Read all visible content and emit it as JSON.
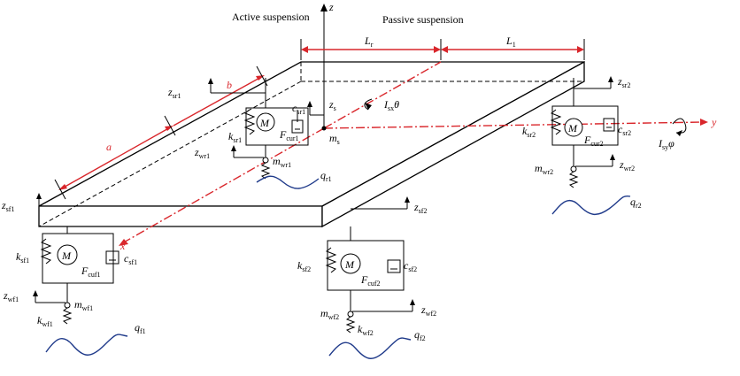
{
  "headings": {
    "active": "Active suspension",
    "passive": "Passive suspension"
  },
  "axes": {
    "z": "z",
    "x": "x",
    "y": "y"
  },
  "dims": {
    "a": "a",
    "b": "b",
    "Lr": "L",
    "Lr_sub": "r",
    "L1": "L",
    "L1_sub": "1"
  },
  "body": {
    "mass_main": "m",
    "mass_sub": "s",
    "zs_main": "z",
    "zs_sub": "s",
    "pitch_main": "I",
    "pitch_sub": "sx",
    "pitch_sym": "θ",
    "roll_main": "I",
    "roll_sub": "sy",
    "roll_sym": "φ"
  },
  "corners": {
    "rear_left": {
      "zs": [
        "z",
        "sr1"
      ],
      "k": [
        "k",
        "sr1"
      ],
      "c": [
        "c",
        "sr1"
      ],
      "F": [
        "F",
        "cur1"
      ],
      "zw": [
        "z",
        "wr1"
      ],
      "mw": [
        "m",
        "wr1"
      ],
      "q": [
        "q",
        "r1"
      ],
      "M": "M"
    },
    "rear_right": {
      "zs": [
        "z",
        "sr2"
      ],
      "k": [
        "k",
        "sr2"
      ],
      "c": [
        "c",
        "sr2"
      ],
      "F": [
        "F",
        "cur2"
      ],
      "zw": [
        "z",
        "wr2"
      ],
      "mw": [
        "m",
        "wr2"
      ],
      "q": [
        "q",
        "r2"
      ],
      "M": "M"
    },
    "front_left": {
      "zs": [
        "z",
        "sf1"
      ],
      "k": [
        "k",
        "sf1"
      ],
      "c": [
        "c",
        "sf1"
      ],
      "F": [
        "F",
        "cuf1"
      ],
      "zw": [
        "z",
        "wf1"
      ],
      "mw": [
        "m",
        "wf1"
      ],
      "kw": [
        "k",
        "wf1"
      ],
      "q": [
        "q",
        "f1"
      ],
      "M": "M"
    },
    "front_right": {
      "zs": [
        "z",
        "sf2"
      ],
      "k": [
        "k",
        "sf2"
      ],
      "c": [
        "c",
        "sf2"
      ],
      "F": [
        "F",
        "cuf2"
      ],
      "zw": [
        "z",
        "wf2"
      ],
      "mw": [
        "m",
        "wf2"
      ],
      "kw": [
        "k",
        "wf2"
      ],
      "q": [
        "q",
        "f2"
      ],
      "M": "M"
    }
  },
  "colors": {
    "red": "#d9262b",
    "road": "#1f3a8a",
    "ink": "#000000"
  }
}
